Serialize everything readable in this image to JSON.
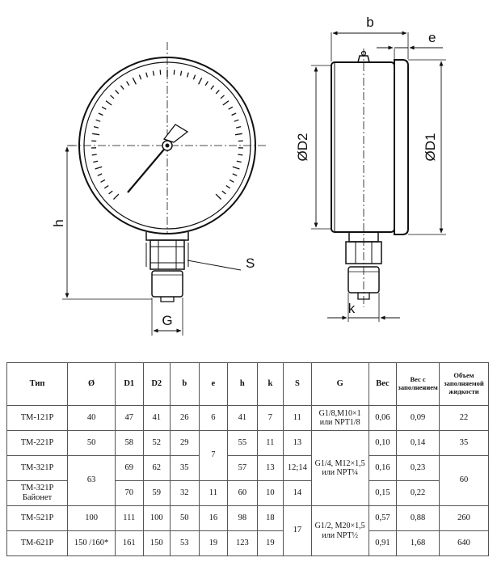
{
  "labels": {
    "h": "h",
    "S": "S",
    "G": "G",
    "b": "b",
    "e": "e",
    "D2": "ØD2",
    "D1": "ØD1",
    "k": "k"
  },
  "table": {
    "headers": [
      "Тип",
      "Ø",
      "D1",
      "D2",
      "b",
      "e",
      "h",
      "k",
      "S",
      "G",
      "Вес",
      "Вес с заполнением",
      "Объем заполняемой жидкости"
    ],
    "rows": [
      {
        "type": "ТМ-121Р",
        "o": "40",
        "d1": "47",
        "d2": "41",
        "b": "26",
        "e": "6",
        "h": "41",
        "k": "7",
        "s": "11",
        "g": "G1/8,М10×1 или NPT1/8",
        "w": "0,06",
        "wf": "0,09",
        "vol": "22"
      },
      {
        "type": "ТМ-221Р",
        "o": "50",
        "d1": "58",
        "d2": "52",
        "b": "29",
        "e": "7",
        "h": "55",
        "k": "11",
        "s": "13",
        "g": "G1/4, М12×1,5 или NPT¼",
        "w": "0,10",
        "wf": "0,14",
        "vol": "35"
      },
      {
        "type": "ТМ-321Р",
        "o": "63",
        "d1": "69",
        "d2": "62",
        "b": "35",
        "h": "57",
        "k": "13",
        "s": "12;14",
        "w": "0,16",
        "wf": "0,23",
        "vol": "60"
      },
      {
        "type": "ТМ-321Р Байонет",
        "d1": "70",
        "d2": "59",
        "b": "32",
        "e": "11",
        "h": "60",
        "k": "10",
        "s": "14",
        "w": "0,15",
        "wf": "0,22"
      },
      {
        "type": "ТМ-521Р",
        "o": "100",
        "d1": "111",
        "d2": "100",
        "b": "50",
        "e": "16",
        "h": "98",
        "k": "18",
        "s": "17",
        "g": "G1/2, М20×1,5 или NPT½",
        "w": "0,57",
        "wf": "0,88",
        "vol": "260"
      },
      {
        "type": "ТМ-621Р",
        "o": "150 /160*",
        "d1": "161",
        "d2": "150",
        "b": "53",
        "e": "19",
        "h": "123",
        "k": "19",
        "w": "0,91",
        "wf": "1,68",
        "vol": "640"
      }
    ]
  }
}
